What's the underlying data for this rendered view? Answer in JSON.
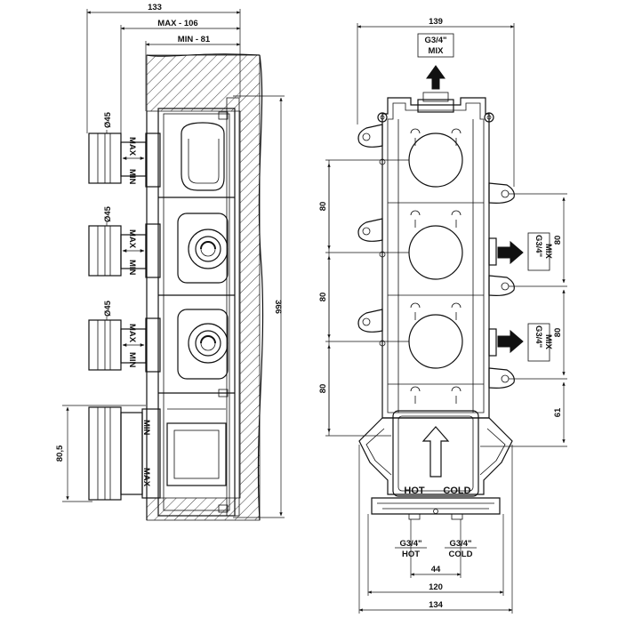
{
  "side_view": {
    "dim_total_width": "133",
    "dim_max": "MAX - 106",
    "dim_min": "MIN - 81",
    "dim_height": "366",
    "dim_bottom_module": "80,5",
    "dia_1": "Ø45",
    "dia_2": "Ø45",
    "dia_3": "Ø45",
    "max_label": "MAX",
    "min_label": "MIN"
  },
  "front_view": {
    "dim_top_width": "139",
    "outlet_top_thread": "G3/4\"",
    "outlet_top_label": "MIX",
    "dim_left_1": "80",
    "dim_left_2": "80",
    "dim_left_3": "80",
    "dim_right_1": "80",
    "dim_right_2": "80",
    "dim_right_3": "61",
    "outlet_right_1_thread": "G3/4\"",
    "outlet_right_1_label": "MIX",
    "outlet_right_2_thread": "G3/4\"",
    "outlet_right_2_label": "MIX",
    "inlet_hot_label": "HOT",
    "inlet_cold_label": "COLD",
    "inlet_hot_thread": "G3/4\"",
    "inlet_cold_thread": "G3/4\"",
    "inlet_hot_caption": "HOT",
    "inlet_cold_caption": "COLD",
    "dim_inlet_spacing": "44",
    "dim_inner_width": "120",
    "dim_outer_width": "134"
  }
}
